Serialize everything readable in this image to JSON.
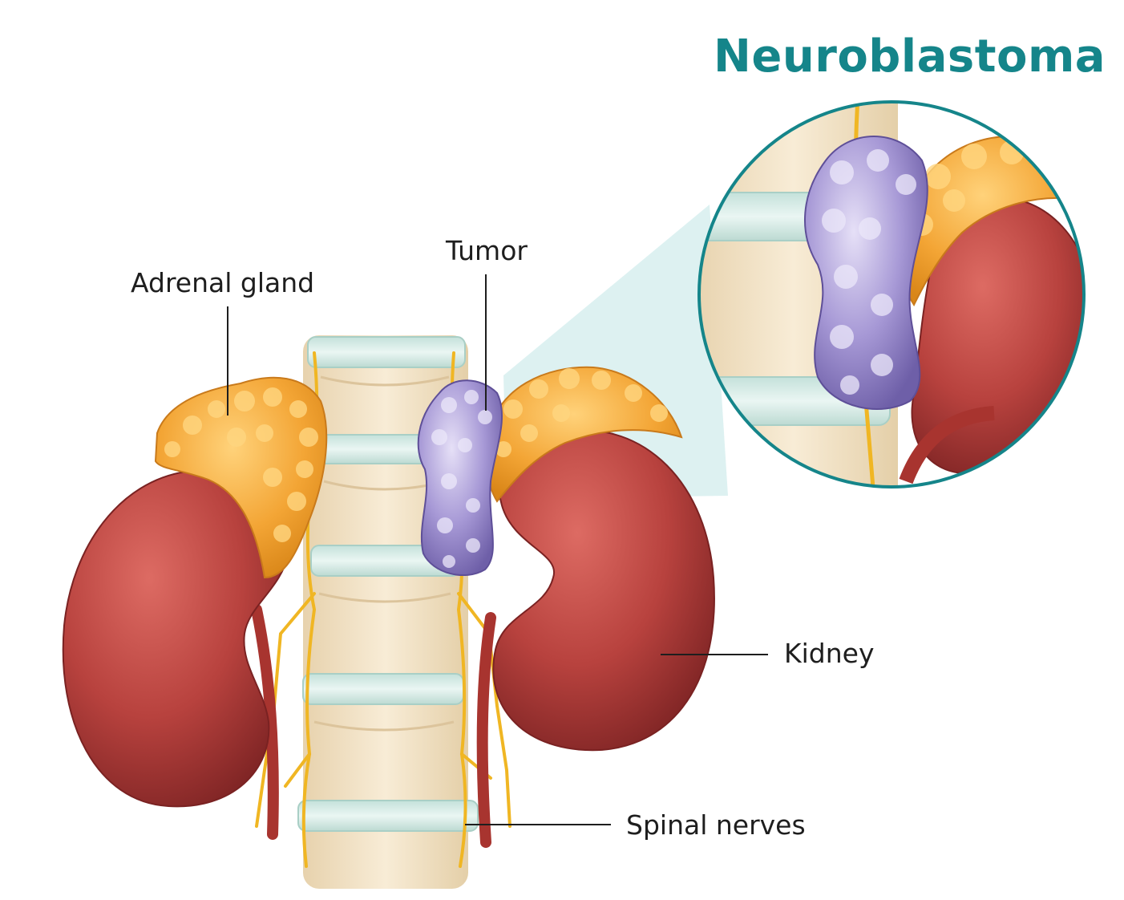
{
  "title": "Neuroblastoma",
  "labels": {
    "adrenal_gland": "Adrenal gland",
    "tumor": "Tumor",
    "kidney": "Kidney",
    "spinal_nerves": "Spinal nerves"
  },
  "colors": {
    "title_teal": "#15858a",
    "kidney_red": "#b8423e",
    "adrenal_orange": "#f3a535",
    "tumor_purple": "#9c8fd0",
    "vertebra_cream": "#f1e2c7",
    "disc_mint": "#d6ece6",
    "nerve_yellow": "#f0b623",
    "callout_tint": "#d7eeef"
  }
}
